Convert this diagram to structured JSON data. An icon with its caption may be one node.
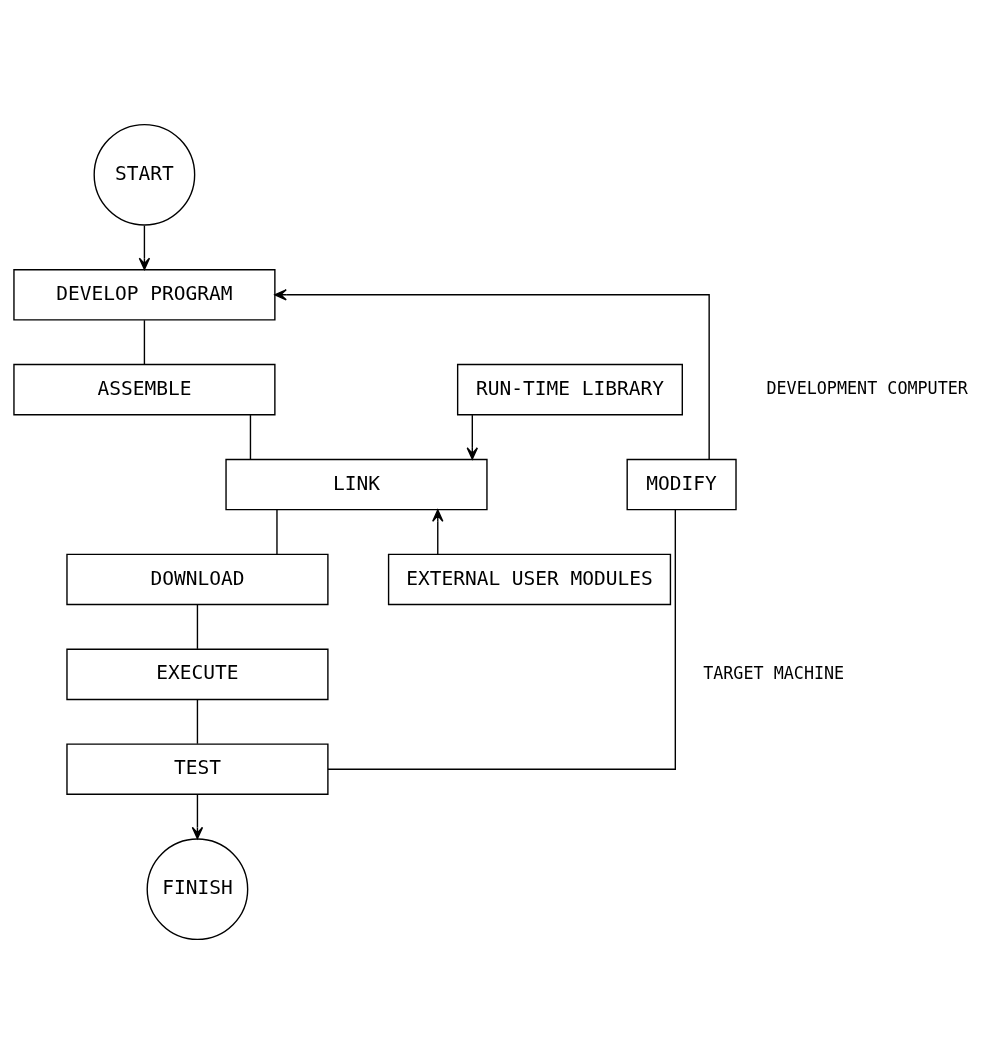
{
  "diagram": {
    "nodes": [
      {
        "text": [
          "START"
        ]
      },
      {
        "text": [
          "DEVELOP PROGRAM"
        ]
      },
      {
        "text": [
          "ASSEMBLE"
        ]
      },
      {
        "text": [
          "RUN-TIME LIBRARY"
        ]
      },
      {
        "text": [
          "LINK"
        ]
      },
      {
        "text": [
          "EXTERNAL USER MODULES"
        ]
      },
      {
        "text": [
          "DOWNLOAD"
        ]
      },
      {
        "text": [
          "EXECUTE"
        ]
      },
      {
        "text": [
          "TEST"
        ]
      },
      {
        "text": [
          "MODIFY"
        ]
      },
      {
        "text": [
          "FINISH"
        ]
      }
    ],
    "edges": [
      {
        "from": 0,
        "to": 1,
        "arrow": "to"
      },
      {
        "from": 1,
        "to": 2,
        "arrow": "none"
      },
      {
        "from": 2,
        "to": 4,
        "arrow": "none"
      },
      {
        "from": 3,
        "to": 4,
        "arrow": "to"
      },
      {
        "from": 5,
        "to": 4,
        "arrow": "to"
      },
      {
        "from": 4,
        "to": 6,
        "arrow": "none"
      },
      {
        "from": 6,
        "to": 7,
        "arrow": "none"
      },
      {
        "from": 7,
        "to": 8,
        "arrow": "none"
      },
      {
        "from": 8,
        "to": 10,
        "arrow": "to"
      },
      {
        "from": 8,
        "to": 9,
        "arrow": "none"
      },
      {
        "from": 9,
        "to": 1,
        "arrow": "to"
      }
    ],
    "labels": [
      "DEVELOPMENT COMPUTER",
      "TARGET MACHINE"
    ]
  }
}
